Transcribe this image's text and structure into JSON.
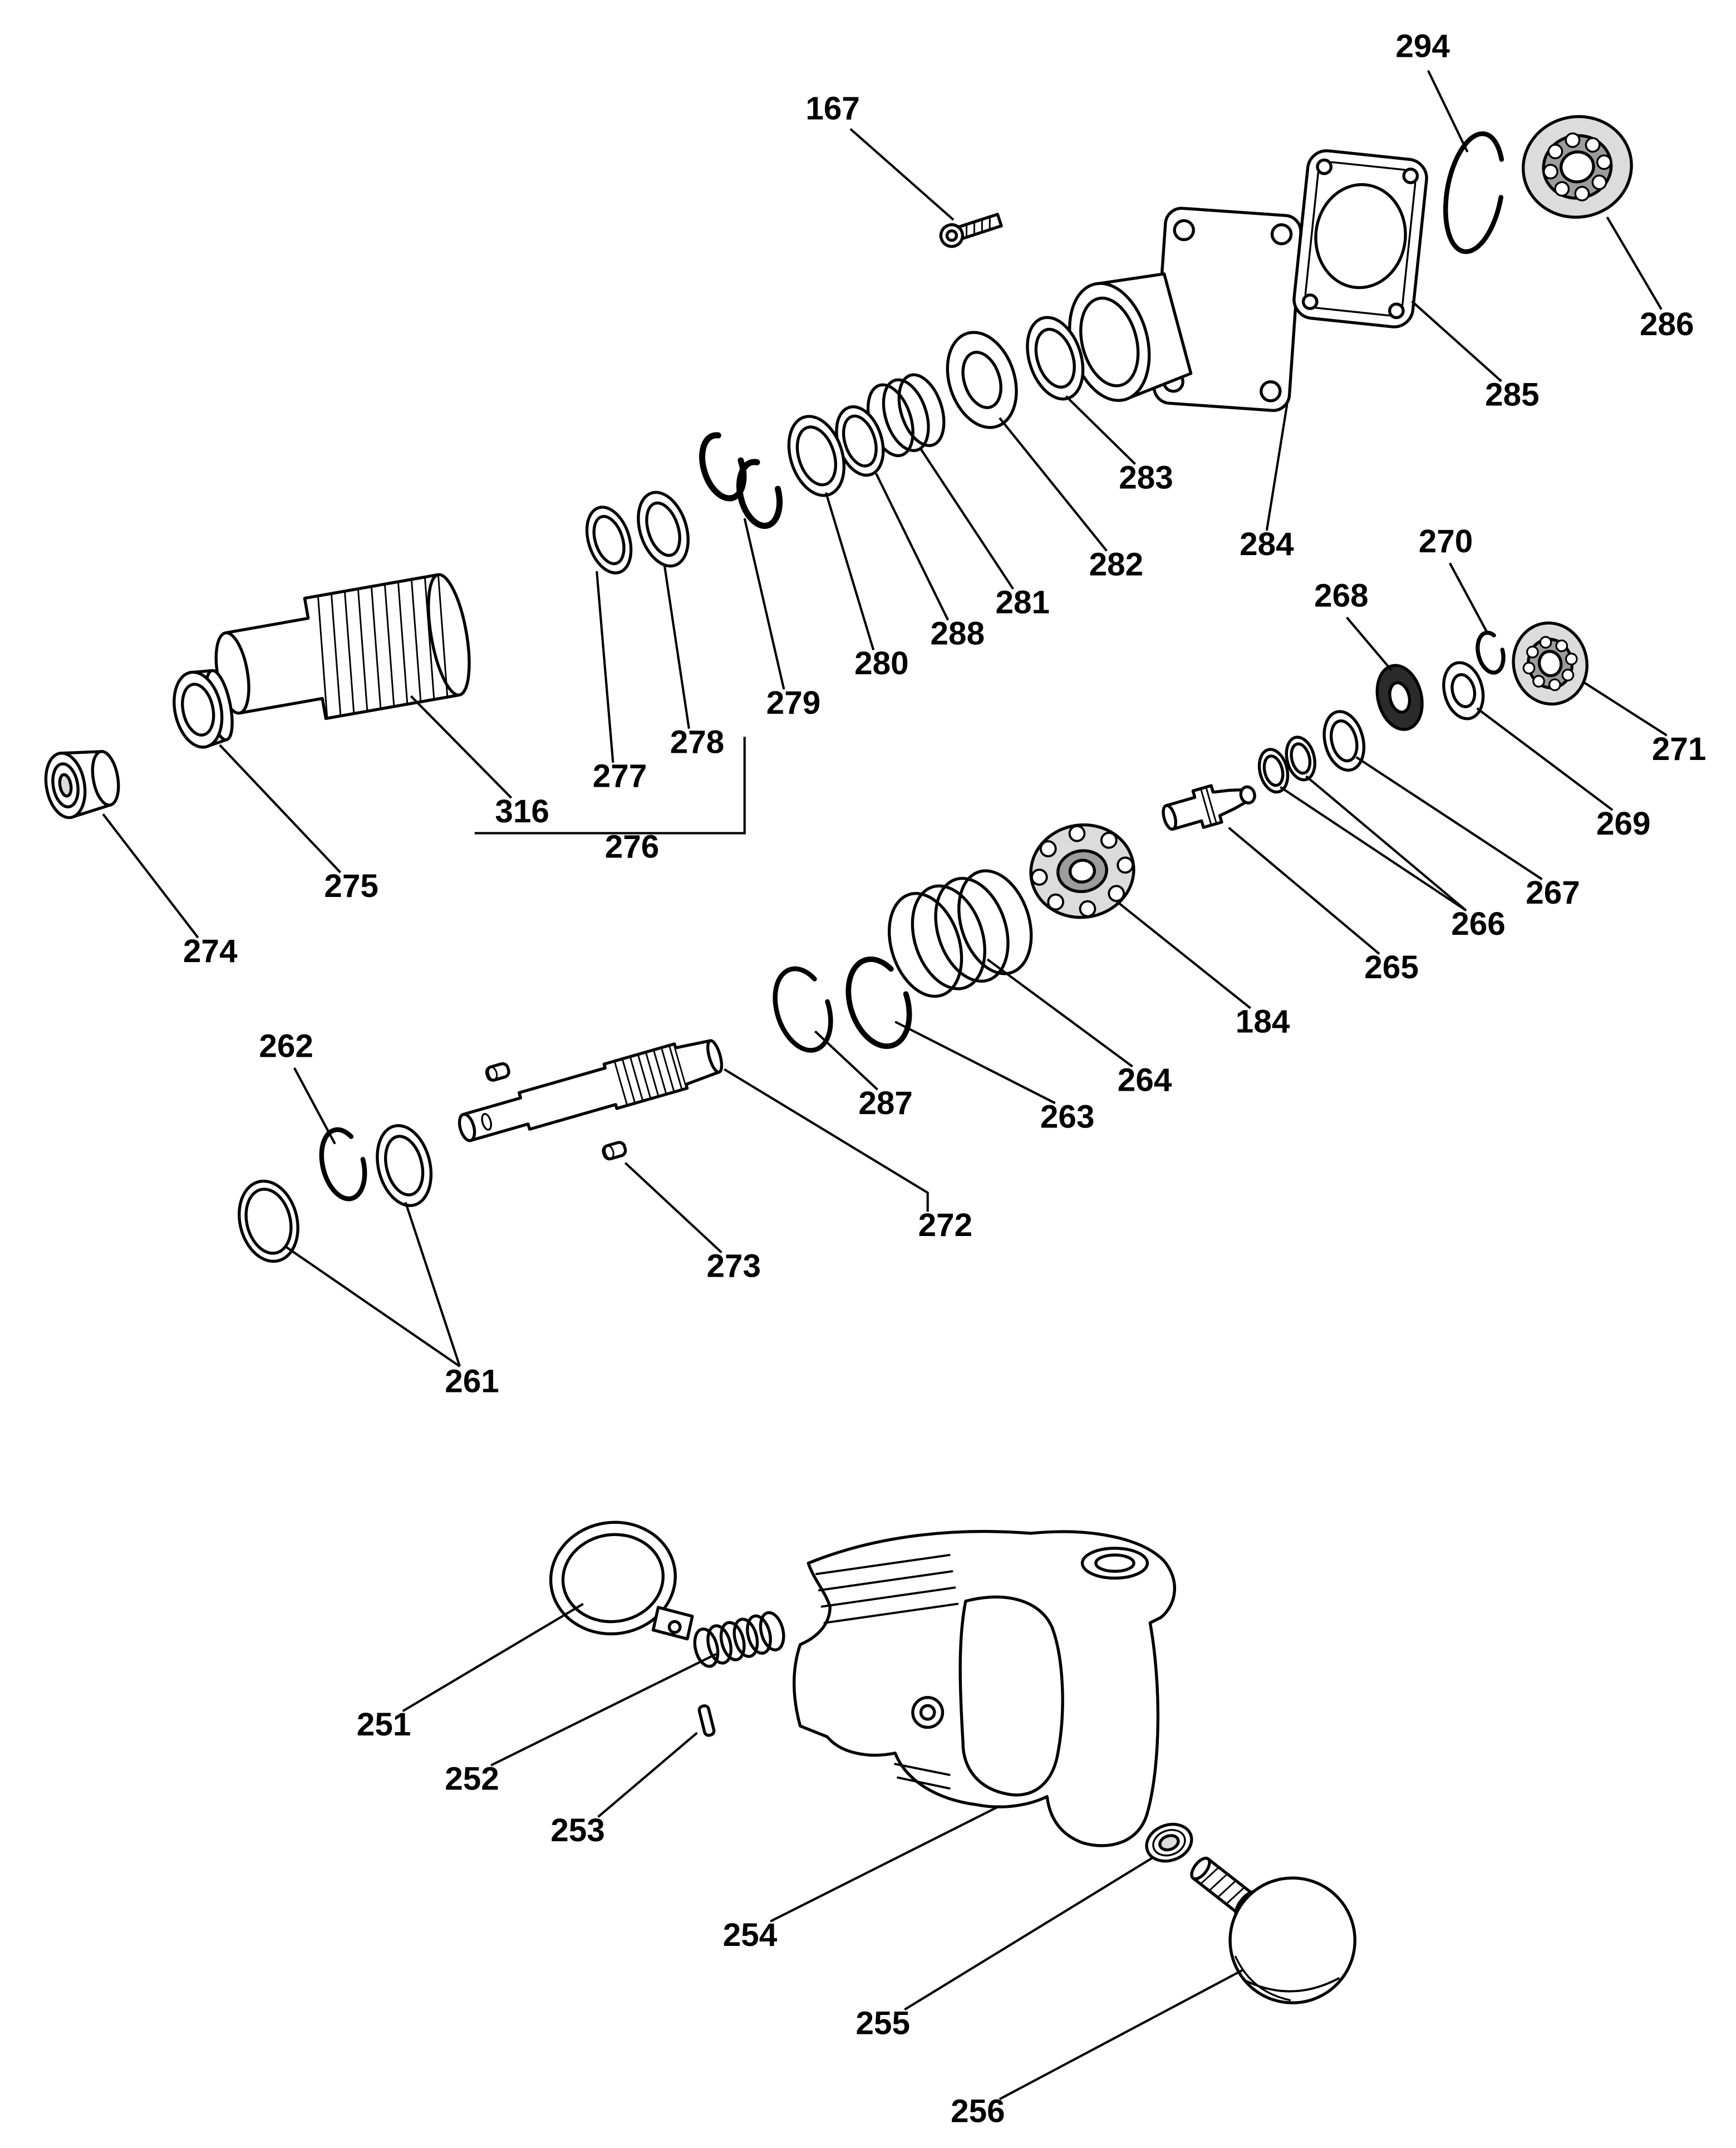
{
  "diagram": {
    "type": "exploded-parts-diagram",
    "background_color": "#ffffff",
    "line_color": "#000000",
    "shade_color": "#dcdcdc",
    "dark_shade_color": "#9c9c9c",
    "labels": [
      {
        "part": "167"
      },
      {
        "part": "294"
      },
      {
        "part": "286"
      },
      {
        "part": "285"
      },
      {
        "part": "283"
      },
      {
        "part": "284"
      },
      {
        "part": "282"
      },
      {
        "part": "281"
      },
      {
        "part": "288"
      },
      {
        "part": "280"
      },
      {
        "part": "279"
      },
      {
        "part": "278"
      },
      {
        "part": "277"
      },
      {
        "part": "316"
      },
      {
        "part": "276"
      },
      {
        "part": "275"
      },
      {
        "part": "274"
      },
      {
        "part": "270"
      },
      {
        "part": "268"
      },
      {
        "part": "271"
      },
      {
        "part": "269"
      },
      {
        "part": "267"
      },
      {
        "part": "266"
      },
      {
        "part": "265"
      },
      {
        "part": "184"
      },
      {
        "part": "264"
      },
      {
        "part": "263"
      },
      {
        "part": "287"
      },
      {
        "part": "272"
      },
      {
        "part": "273"
      },
      {
        "part": "262"
      },
      {
        "part": "261"
      },
      {
        "part": "251"
      },
      {
        "part": "252"
      },
      {
        "part": "253"
      },
      {
        "part": "254"
      },
      {
        "part": "255"
      },
      {
        "part": "256"
      }
    ]
  }
}
